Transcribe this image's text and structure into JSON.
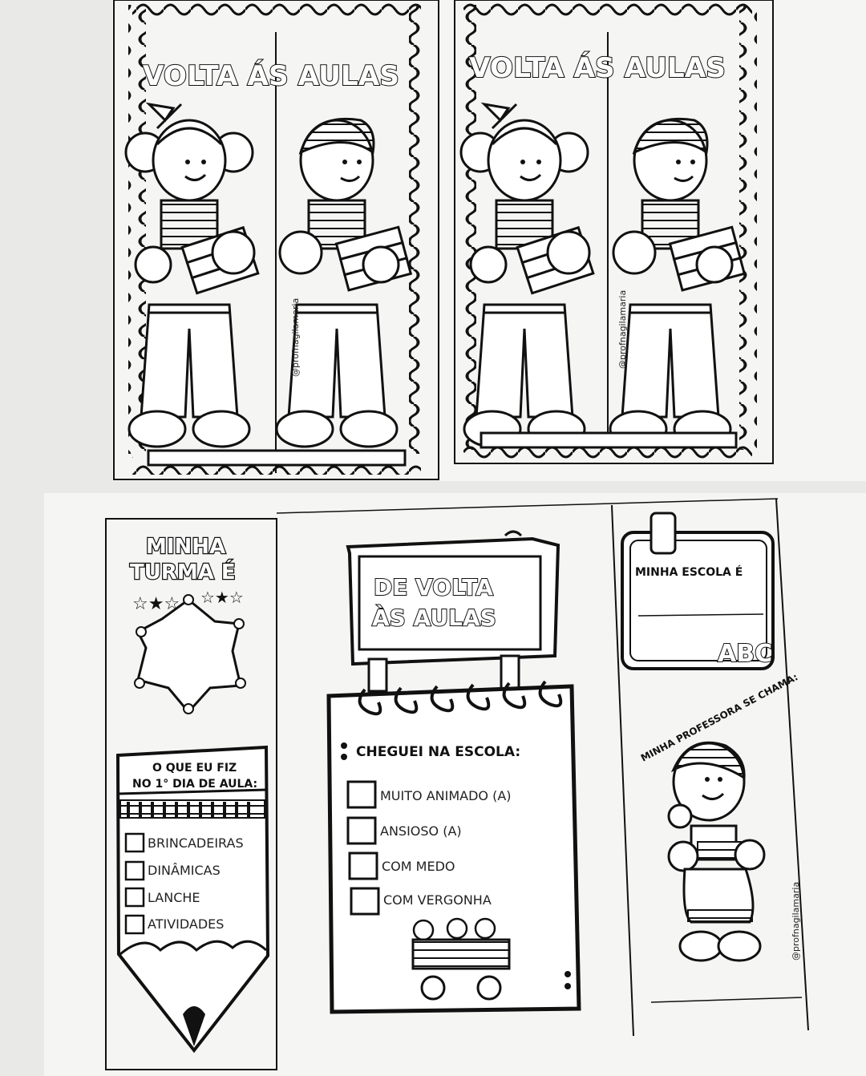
{
  "bookmarks": {
    "left": {
      "title": "VOLTA ÁS AULAS",
      "credit": "@profnagilamaria"
    },
    "right": {
      "title": "VOLTA ÁS AULAS",
      "credit": "@profnagilamaria"
    }
  },
  "folder": {
    "panel1": {
      "turma_line1": "MINHA",
      "turma_line2": "TURMA É",
      "pencil_title_line1": "O QUE EU FIZ",
      "pencil_title_line2": "NO 1° DIA DE AULA:",
      "options": [
        "BRINCADEIRAS",
        "DINÂMICAS",
        "LANCHE",
        "ATIVIDADES"
      ]
    },
    "panel2": {
      "sign_line1": "DE VOLTA",
      "sign_line2": "ÀS AULAS",
      "notebook_title": "CHEGUEI NA ESCOLA:",
      "options": [
        "MUITO ANIMADO (A)",
        "ANSIOSO (A)",
        "COM MEDO",
        "COM VERGONHA"
      ]
    },
    "panel3": {
      "school_label": "MINHA ESCOLA É",
      "abc": "ABC",
      "teacher_label": "MINHA PROFESSORA SE CHAMA:",
      "credit": "@profnagilamaria"
    }
  }
}
